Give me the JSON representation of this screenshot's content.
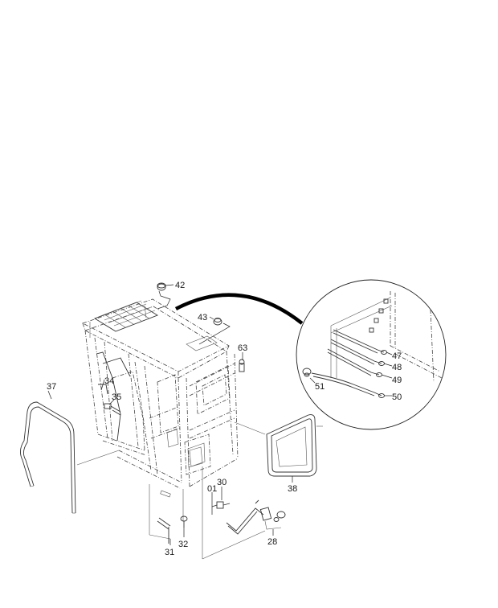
{
  "diagram": {
    "callouts": {
      "p42": "42",
      "p43": "43",
      "p63": "63",
      "p34": "34",
      "p35": "35",
      "p37": "37",
      "p38": "38",
      "p01": "01",
      "p30": "30",
      "p31": "31",
      "p32": "32",
      "p28": "28",
      "p47": "47",
      "p48": "48",
      "p49": "49",
      "p50": "50",
      "p51": "51"
    }
  }
}
